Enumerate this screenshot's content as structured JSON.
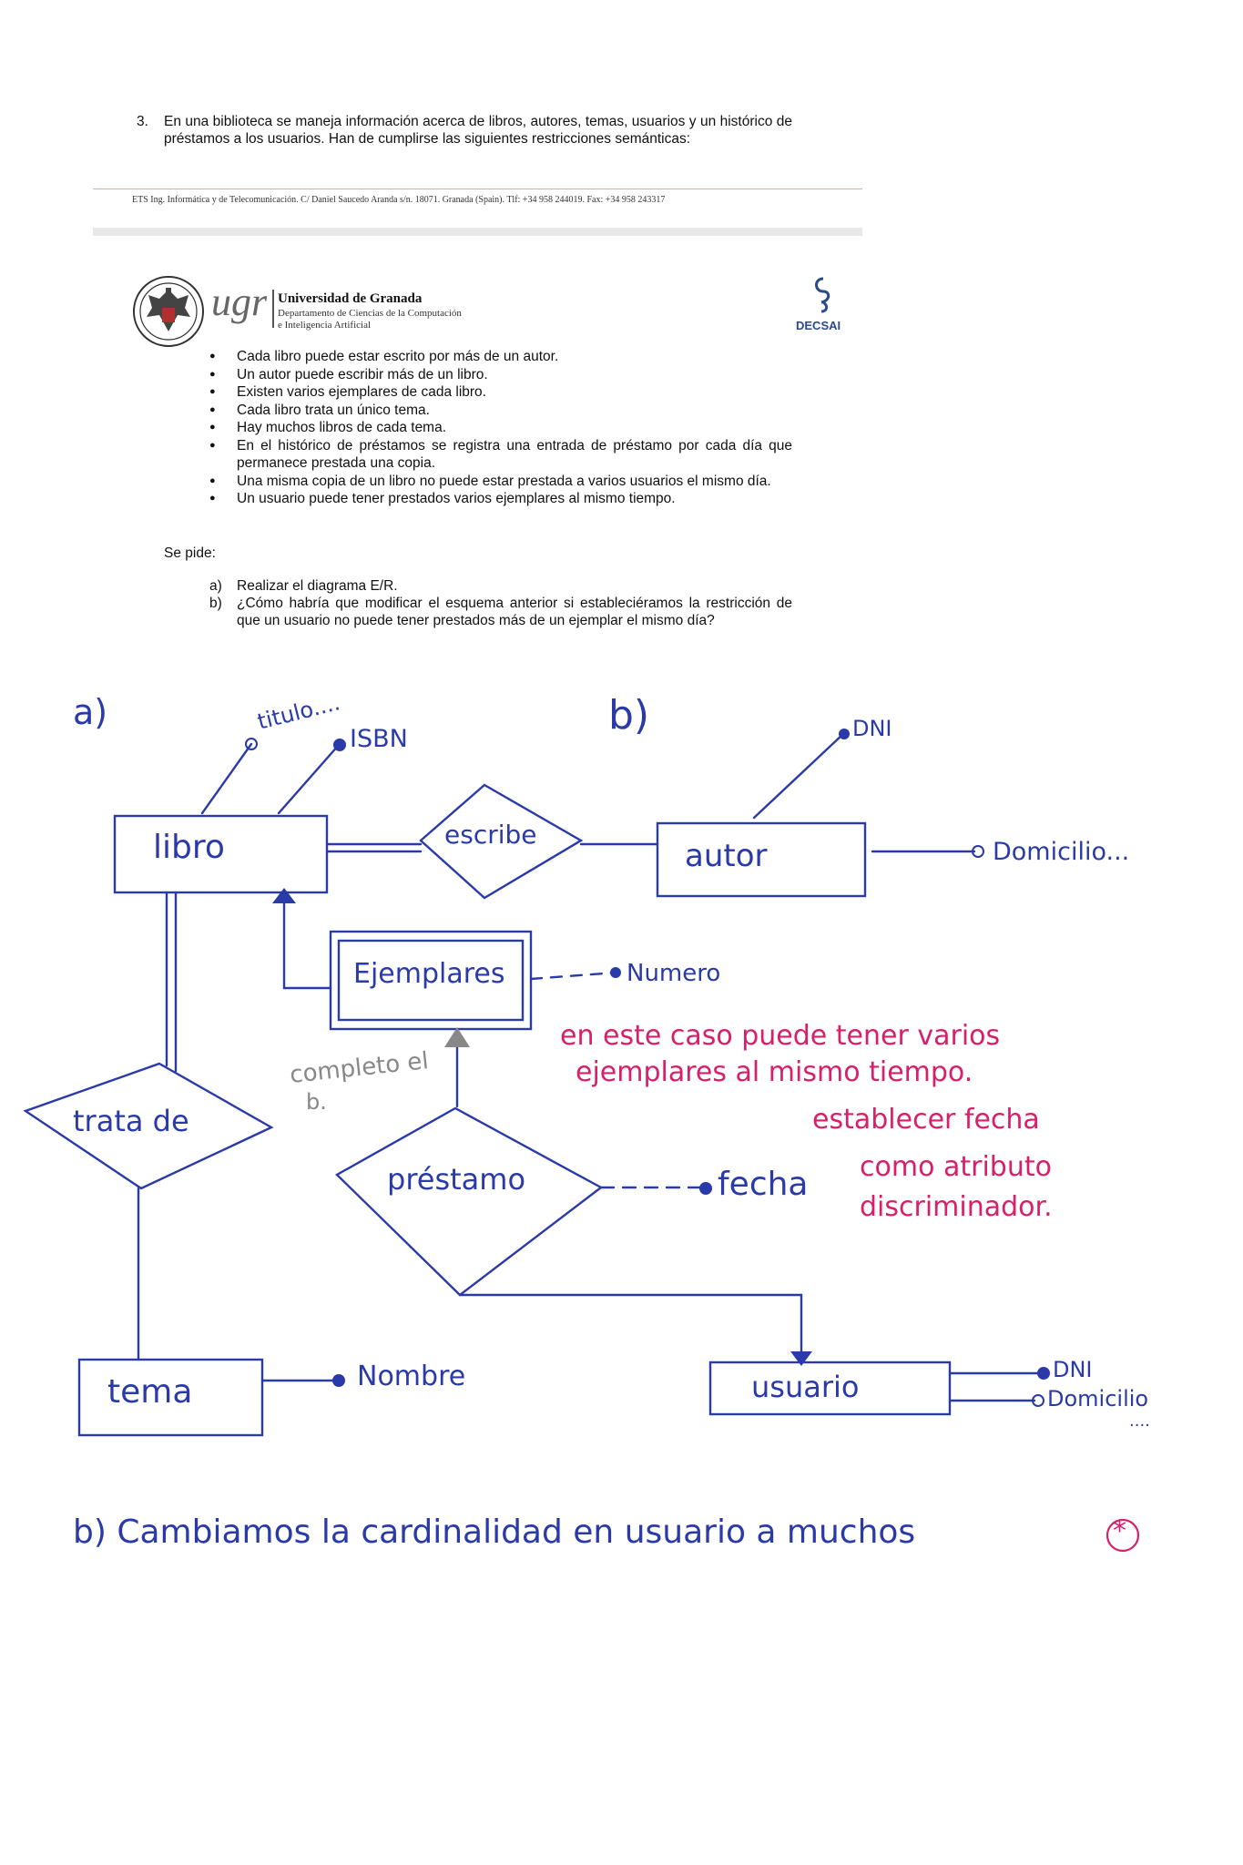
{
  "question": {
    "number": "3.",
    "text": "En una biblioteca se maneja información acerca de libros, autores, temas, usuarios y un histórico de préstamos a los usuarios. Han de cumplirse las siguientes restricciones semánticas:"
  },
  "footer": {
    "text": "ETS Ing. Informática y de Telecomunicación. C/ Daniel Saucedo Aranda s/n. 18071. Granada (Spain). Tlf: +34 958 244019. Fax: +34 958 243317"
  },
  "header": {
    "logo_text": "ugr",
    "university": "Universidad de Granada",
    "department_line1": "Departamento de Ciencias de la Computación",
    "department_line2": "e Inteligencia Artificial",
    "decsai": "DECSAI"
  },
  "bullets": [
    "Cada libro puede estar escrito por más de un autor.",
    "Un autor puede escribir más de un libro.",
    "Existen varios ejemplares de cada libro.",
    "Cada libro trata un único tema.",
    "Hay muchos libros de cada tema.",
    "En el histórico de préstamos se registra una entrada de préstamo por cada día que permanece prestada una copia.",
    "Una misma copia de un libro no puede estar prestada a varios usuarios el mismo día.",
    "Un usuario puede tener prestados varios ejemplares al mismo tiempo."
  ],
  "se_pide": "Se pide:",
  "tasks": [
    {
      "label": "a)",
      "text": "Realizar el diagrama E/R."
    },
    {
      "label": "b)",
      "text": "¿Cómo habría que modificar el esquema anterior si estableciéramos la restricción de que un usuario no puede tener prestados más de un ejemplar el mismo día?"
    }
  ],
  "diagram": {
    "label_a": "a)",
    "label_b": "b)",
    "entities": {
      "libro": "libro",
      "autor": "autor",
      "ejemplares": "Ejemplares",
      "tema": "tema",
      "usuario": "usuario"
    },
    "relationships": {
      "escribe": "escribe",
      "trata_de": "trata de",
      "prestamo": "préstamo"
    },
    "attributes": {
      "titulo": "titulo....",
      "isbn": "ISBN",
      "autor_dni": "DNI",
      "autor_domicilio": "Domicilio...",
      "numero": "Numero",
      "fecha": "fecha",
      "tema_nombre": "Nombre",
      "usuario_dni": "DNI",
      "usuario_domicilio": "Domicilio",
      "usuario_more": "...."
    },
    "notes": {
      "completo_1": "completo el",
      "completo_2": "b.",
      "pink_1": "en este caso puede tener varios",
      "pink_2": "ejemplares al mismo tiempo.",
      "pink_3": "establecer fecha",
      "pink_4": "como atributo",
      "pink_5": "discriminador."
    },
    "answer_b": "b) Cambiamos la cardinalidad en usuario a muchos",
    "answer_mark": "*",
    "colors": {
      "ink": "#2a3aa8",
      "pink": "#d8206a",
      "pencil": "#888888"
    }
  }
}
